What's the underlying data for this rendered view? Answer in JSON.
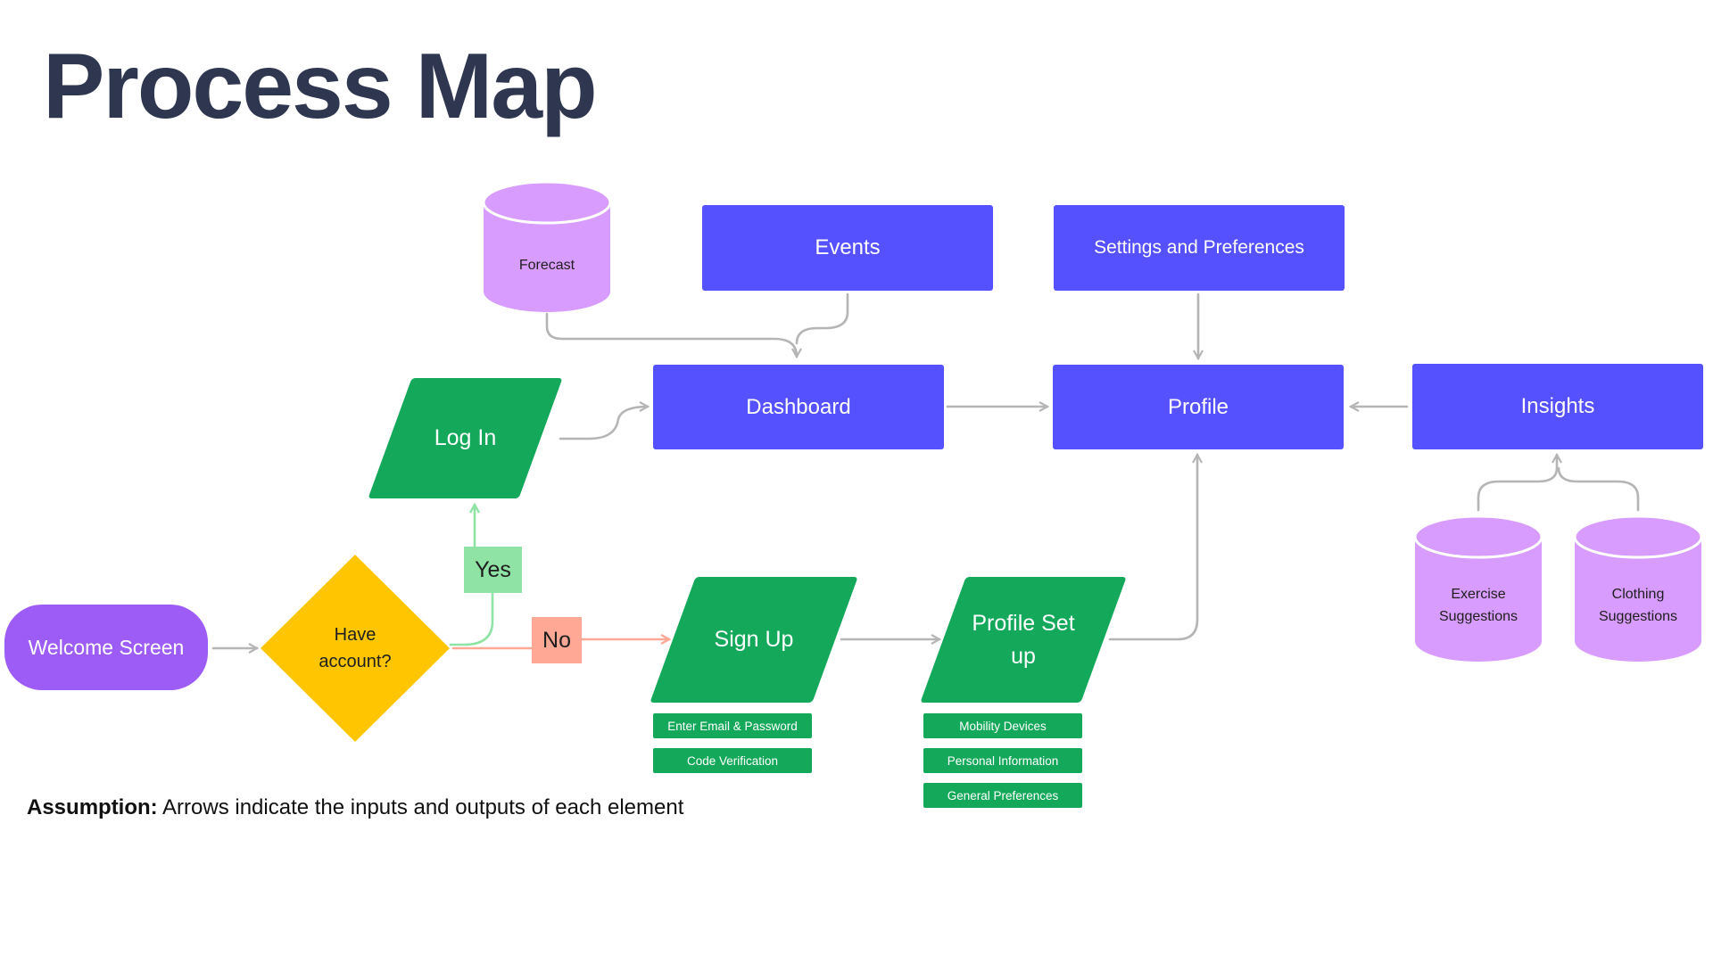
{
  "title": "Process Map",
  "nodes": {
    "welcome": "Welcome Screen",
    "have_account": [
      "Have",
      "account?"
    ],
    "yes": "Yes",
    "no": "No",
    "log_in": "Log In",
    "sign_up": "Sign Up",
    "profile_setup": [
      "Profile Set",
      "up"
    ],
    "dashboard": "Dashboard",
    "profile": "Profile",
    "insights": "Insights",
    "events": "Events",
    "settings": "Settings and Preferences",
    "forecast": "Forecast",
    "exercise": [
      "Exercise",
      "Suggestions"
    ],
    "clothing": [
      "Clothing",
      "Suggestions"
    ]
  },
  "signup_steps": [
    "Enter Email & Password",
    "Code Verification"
  ],
  "profile_setup_steps": [
    "Mobility Devices",
    "Personal Information",
    "General Preferences"
  ],
  "note": {
    "bold": "Assumption:",
    "text": " Arrows indicate the inputs and outputs of each element"
  },
  "colors": {
    "title": "#2e3650",
    "process_blue": "#5551ff",
    "io_green": "#14a85a",
    "start_purple": "#9d5cf5",
    "decision_yellow": "#ffc600",
    "data_cylinder": "#d89cff",
    "yes_tag": "#8fe3a5",
    "no_tag": "#ffa896",
    "arrow_gray": "#b5b5b5",
    "arrow_yes": "#8fe3a5",
    "arrow_no": "#ffa896"
  }
}
